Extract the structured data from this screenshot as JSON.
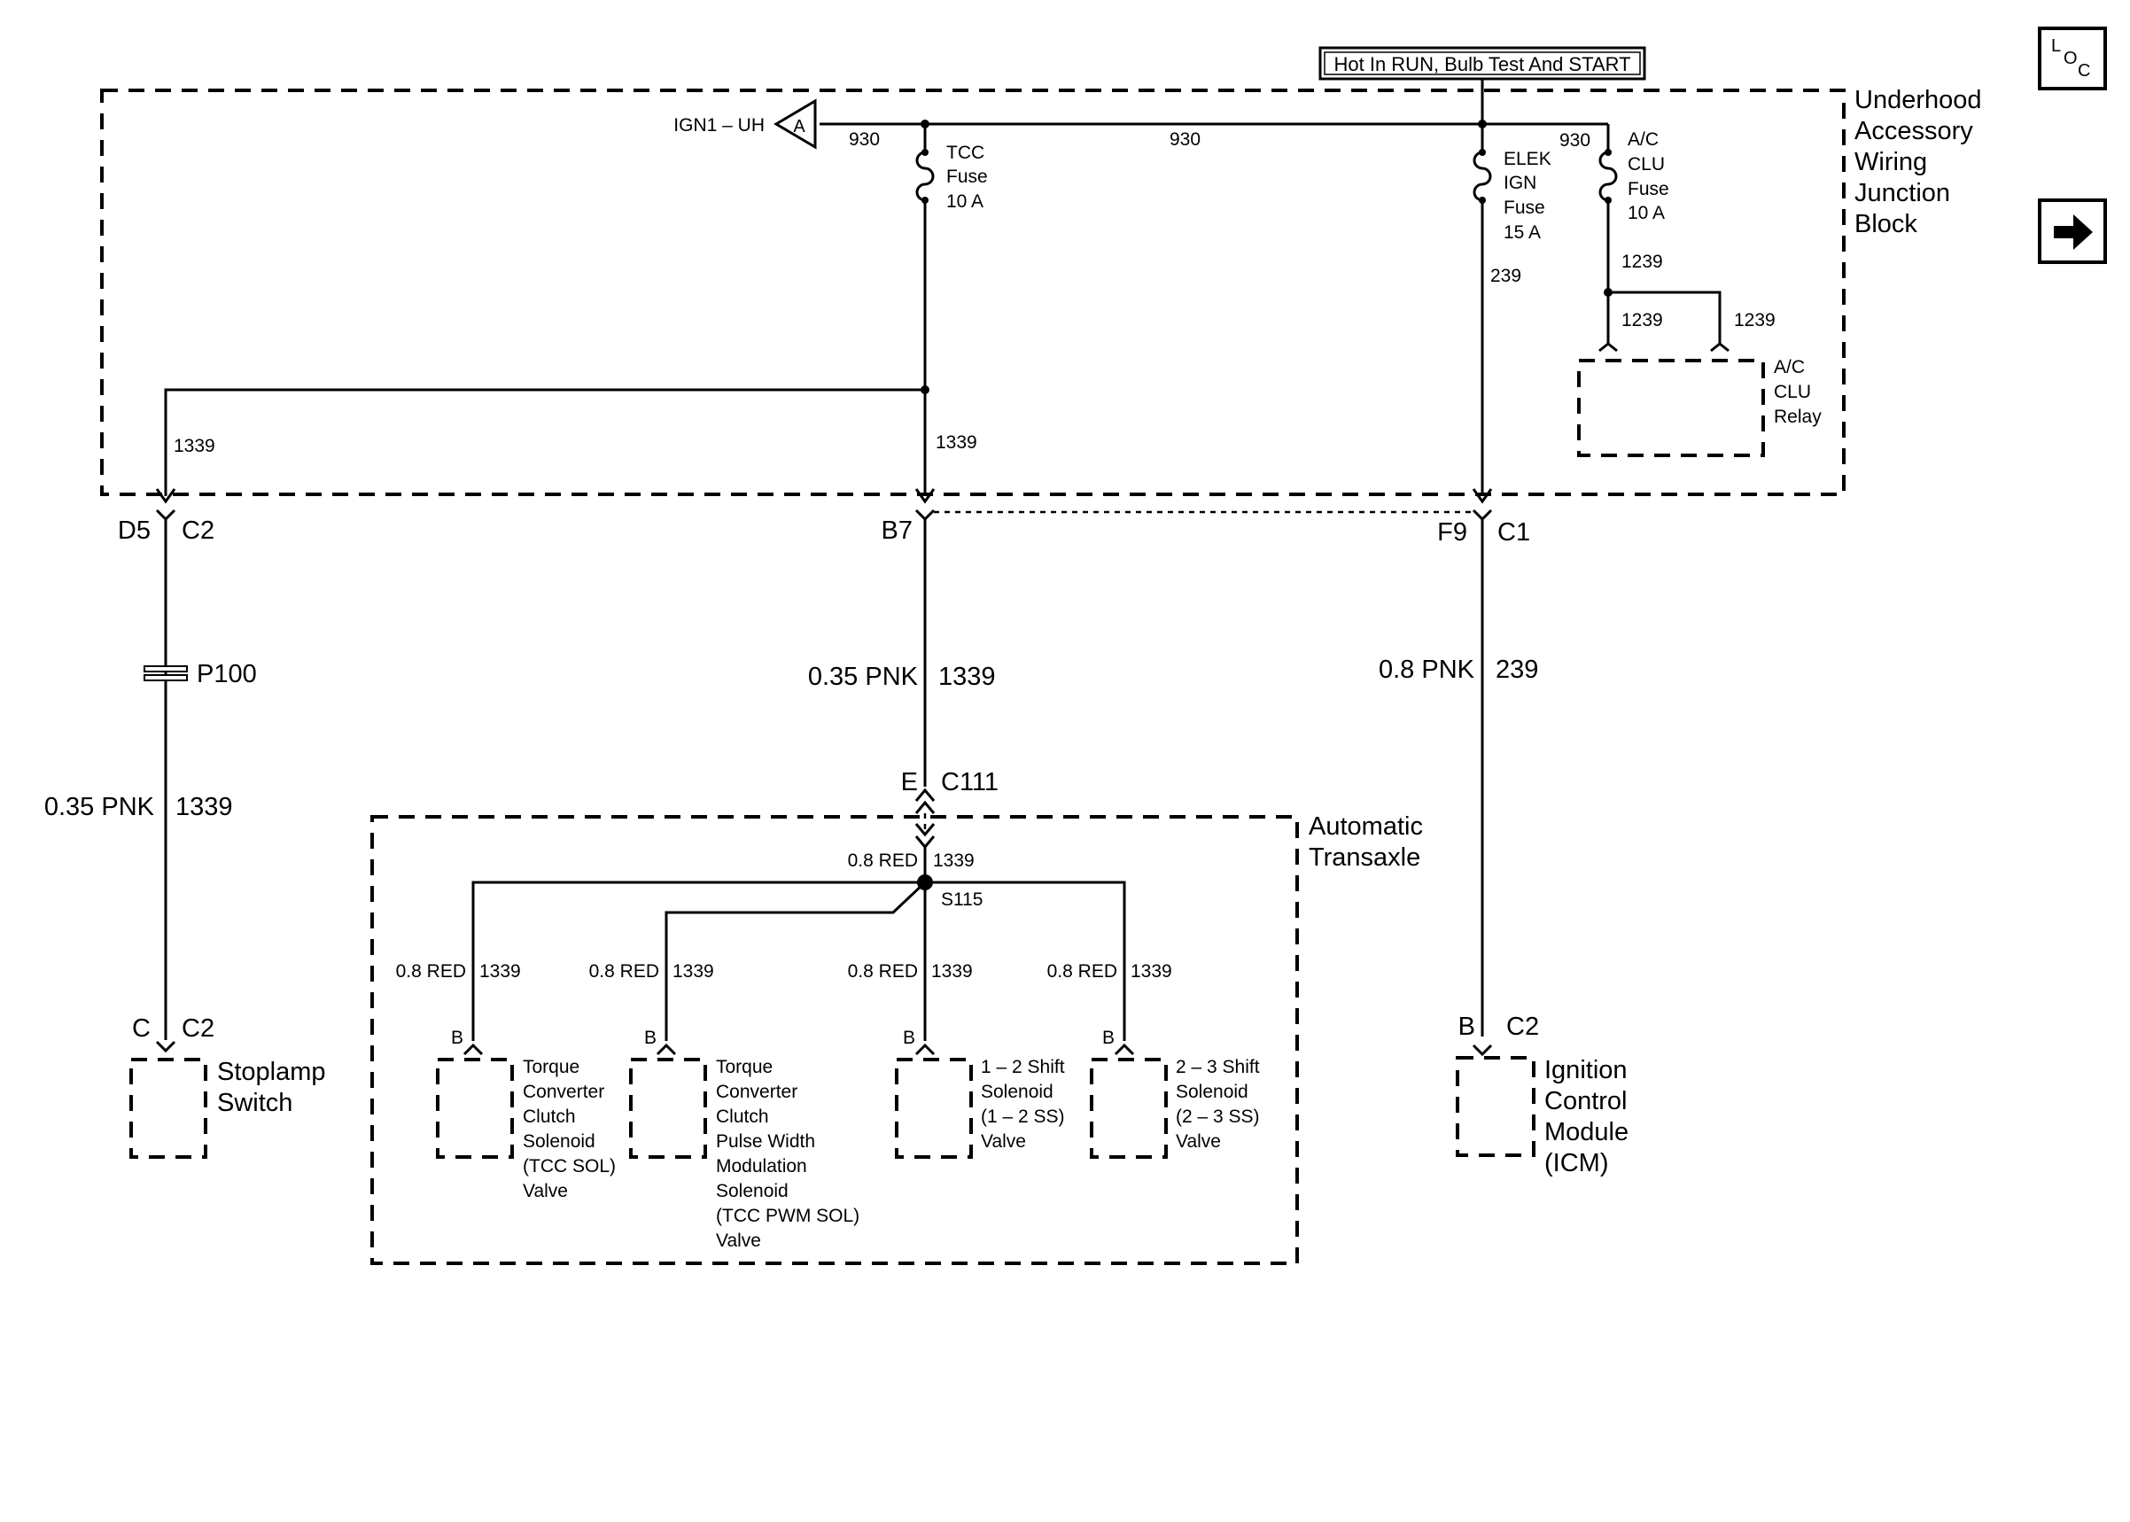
{
  "power_label": "Hot In RUN, Bulb Test And START",
  "nav": {
    "loc_l": "L",
    "loc_o": "O",
    "loc_c": "C",
    "next_arrow": "arrow-right-icon"
  },
  "junction_block": {
    "title_lines": [
      "Underhood",
      "Accessory",
      "Wiring",
      "Junction",
      "Block"
    ]
  },
  "ign1": {
    "label": "IGN1 – UH",
    "flag": "A"
  },
  "circuits": {
    "c930_a": "930",
    "c930_b": "930",
    "c930_c": "930",
    "c1339_left": "1339",
    "c1339_mid": "1339",
    "c239": "239",
    "c1239_a": "1239",
    "c1239_b": "1239",
    "c1239_c": "1239"
  },
  "fuses": {
    "tcc": [
      "TCC",
      "Fuse",
      "10 A"
    ],
    "elek": [
      "ELEK",
      "IGN",
      "Fuse",
      "15 A"
    ],
    "ac_clu": [
      "A/C",
      "CLU",
      "Fuse",
      "10 A"
    ]
  },
  "ac_relay": [
    "A/C",
    "CLU",
    "Relay"
  ],
  "connectors": {
    "d5": "D5",
    "c2_left": "C2",
    "b7": "B7",
    "f9": "F9",
    "c1": "C1",
    "e": "E",
    "c111": "C111",
    "c_stop": "C",
    "c2_stop": "C2",
    "b_icm": "B",
    "c2_icm": "C2"
  },
  "wires": {
    "left_size": "0.35 PNK",
    "left_circuit": "1339",
    "mid_size": "0.35 PNK",
    "mid_circuit": "1339",
    "right_size": "0.8 PNK",
    "right_circuit": "239"
  },
  "p100": "P100",
  "transaxle": {
    "title_lines": [
      "Automatic",
      "Transaxle"
    ],
    "splice": "S115",
    "main_wire": "0.8 RED",
    "main_circuit": "1339",
    "branches": [
      {
        "size": "0.8 RED",
        "circuit": "1339",
        "pin": "B",
        "lines": [
          "Torque",
          "Converter",
          "Clutch",
          "Solenoid",
          "(TCC SOL)",
          "Valve"
        ]
      },
      {
        "size": "0.8 RED",
        "circuit": "1339",
        "pin": "B",
        "lines": [
          "Torque",
          "Converter",
          "Clutch",
          "Pulse Width",
          "Modulation",
          "Solenoid",
          "(TCC PWM SOL)",
          "Valve"
        ]
      },
      {
        "size": "0.8 RED",
        "circuit": "1339",
        "pin": "B",
        "lines": [
          "1 – 2 Shift",
          "Solenoid",
          "(1 – 2 SS)",
          "Valve"
        ]
      },
      {
        "size": "0.8 RED",
        "circuit": "1339",
        "pin": "B",
        "lines": [
          "2 – 3 Shift",
          "Solenoid",
          "(2 – 3 SS)",
          "Valve"
        ]
      }
    ]
  },
  "stoplamp": [
    "Stoplamp",
    "Switch"
  ],
  "icm": [
    "Ignition",
    "Control",
    "Module",
    "(ICM)"
  ]
}
